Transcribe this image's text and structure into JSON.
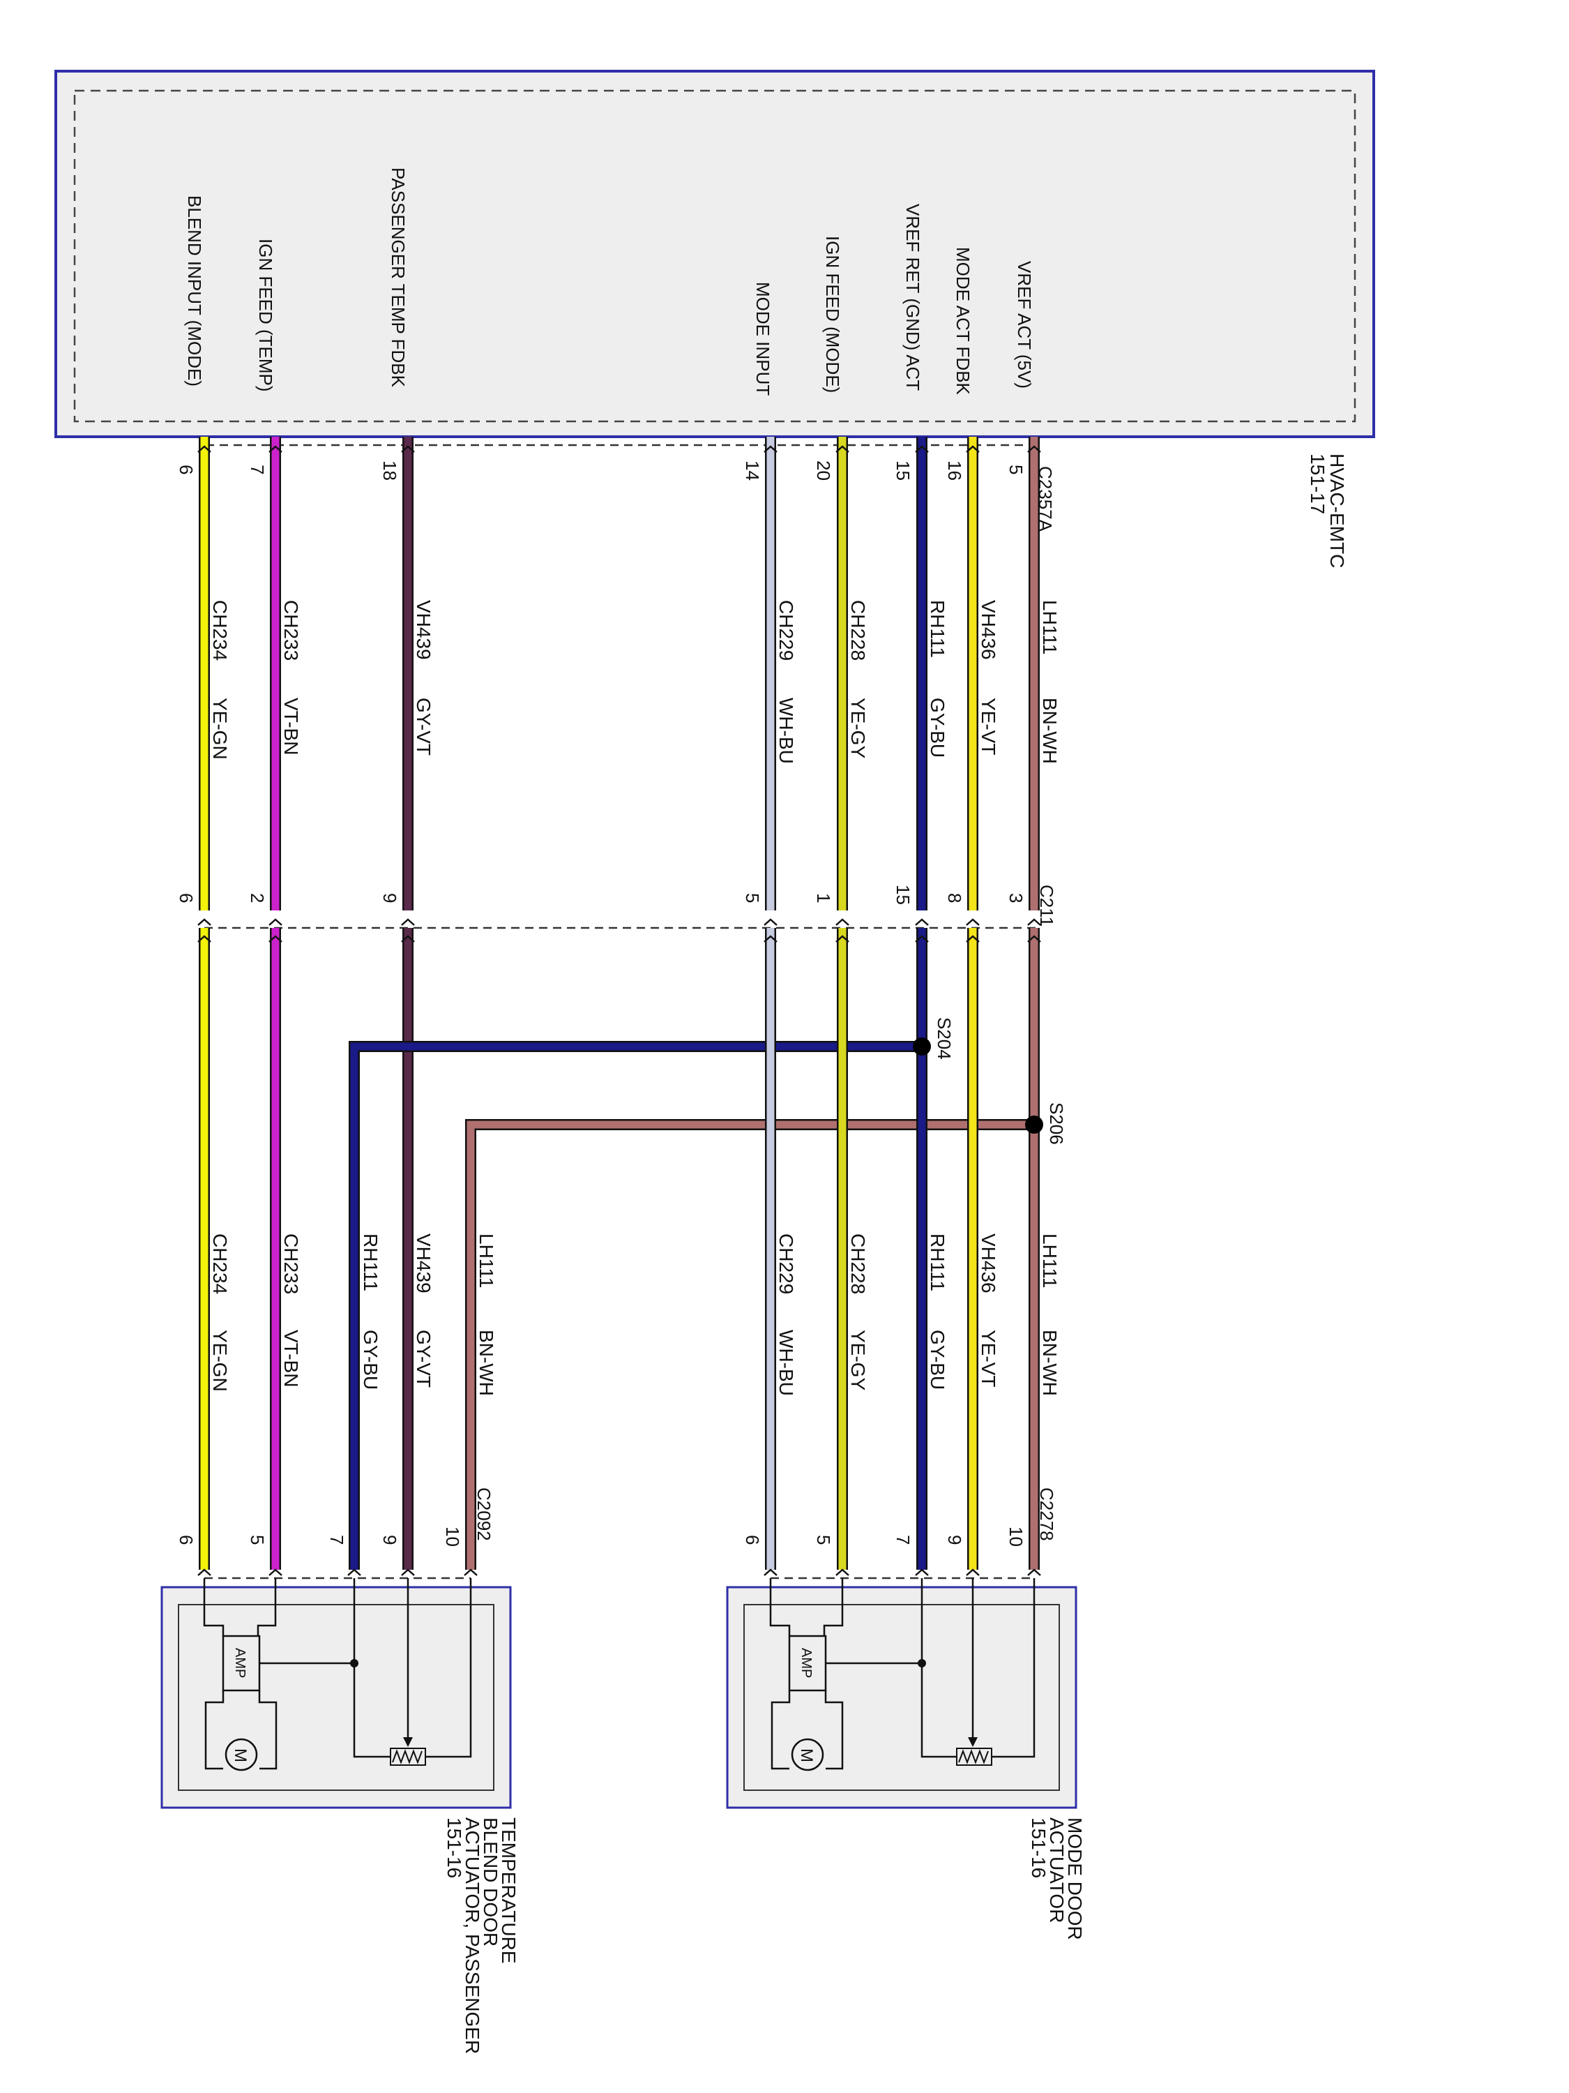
{
  "module": {
    "name": "HVAC-EMTC",
    "ref": "151-17",
    "connector": "C2357A",
    "pins": [
      {
        "label": "BLEND INPUT (MODE)",
        "pin": "6"
      },
      {
        "label": "IGN FEED (TEMP)",
        "pin": "7"
      },
      {
        "label": "PASSENGER TEMP FDBK",
        "pin": "18"
      },
      {
        "label": "MODE INPUT",
        "pin": "14"
      },
      {
        "label": "IGN FEED (MODE)",
        "pin": "20"
      },
      {
        "label": "VREF RET (GND) ACT",
        "pin": "15"
      },
      {
        "label": "MODE ACT FDBK",
        "pin": "16"
      },
      {
        "label": "VREF ACT (5V)",
        "pin": "5"
      }
    ]
  },
  "inline_connector": {
    "name": "C211",
    "pins": [
      "6",
      "2",
      "9",
      "5",
      "1",
      "15",
      "8",
      "3"
    ]
  },
  "upper_wires": [
    {
      "circuit": "CH234",
      "color": "YE-GN"
    },
    {
      "circuit": "CH233",
      "color": "VT-BN"
    },
    {
      "circuit": "VH439",
      "color": "GY-VT"
    },
    {
      "circuit": "CH229",
      "color": "WH-BU"
    },
    {
      "circuit": "CH228",
      "color": "YE-GY"
    },
    {
      "circuit": "RH111",
      "color": "GY-BU"
    },
    {
      "circuit": "VH436",
      "color": "YE-VT"
    },
    {
      "circuit": "LH111",
      "color": "BN-WH"
    }
  ],
  "lower_wires": [
    {
      "circuit": "CH234",
      "color": "YE-GN"
    },
    {
      "circuit": "CH233",
      "color": "VT-BN"
    },
    {
      "circuit": "RH111",
      "color": "GY-BU"
    },
    {
      "circuit": "VH439",
      "color": "GY-VT"
    },
    {
      "circuit": "LH111",
      "color": "BN-WH"
    },
    {
      "circuit": "CH229",
      "color": "WH-BU"
    },
    {
      "circuit": "CH228",
      "color": "YE-GY"
    },
    {
      "circuit": "RH111",
      "color": "GY-BU"
    },
    {
      "circuit": "VH436",
      "color": "YE-VT"
    },
    {
      "circuit": "LH111",
      "color": "BN-WH"
    }
  ],
  "splices": [
    "S204",
    "S206"
  ],
  "temp_actuator": {
    "connector": "C2092",
    "pins": [
      "6",
      "5",
      "7",
      "9",
      "10"
    ],
    "name_lines": [
      "TEMPERATURE",
      "BLEND DOOR",
      "ACTUATOR, PASSENGER",
      "151-16"
    ],
    "amp": "AMP",
    "motor": "M"
  },
  "mode_actuator": {
    "connector": "C2278",
    "pins": [
      "6",
      "5",
      "7",
      "9",
      "10"
    ],
    "name_lines": [
      "MODE DOOR",
      "ACTUATOR",
      "151-16"
    ],
    "amp": "AMP",
    "motor": "M"
  },
  "colors": {
    "frame": "#2f2fa8",
    "fill": "#eeeeee",
    "ye_gn": "#f2f20a",
    "vt_bn": "#cc22cc",
    "gy_vt": "#5a2a4a",
    "wh_bu": "#c8cce0",
    "ye_gy": "#d8d820",
    "gy_bu": "#1a1a88",
    "ye_vt": "#f4e41a",
    "bn_wh": "#b07070"
  }
}
